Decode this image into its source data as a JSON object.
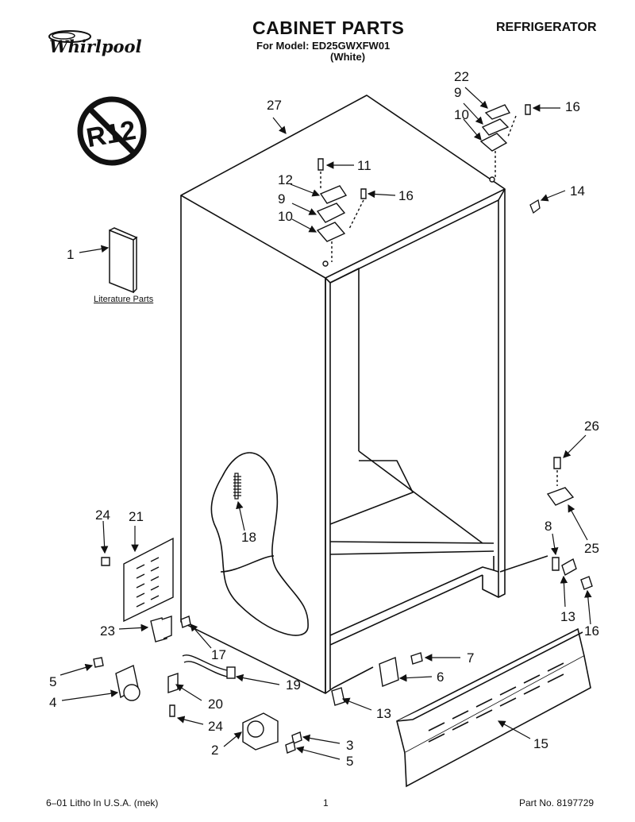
{
  "header": {
    "brand": "Whirlpool",
    "title": "CABINET PARTS",
    "model_line": "For Model: ED25GWXFW01",
    "color_line": "(White)",
    "category": "REFRIGERATOR"
  },
  "r12_badge": "R12",
  "literature_label": "Literature Parts",
  "callouts": [
    "22",
    "16",
    "9",
    "10",
    "27",
    "11",
    "12",
    "16",
    "9",
    "10",
    "14",
    "1",
    "26",
    "24",
    "21",
    "18",
    "8",
    "25",
    "23",
    "17",
    "13",
    "16",
    "7",
    "5",
    "6",
    "19",
    "4",
    "20",
    "24",
    "13",
    "15",
    "2",
    "3",
    "5"
  ],
  "footer": {
    "left": "6–01 Litho In U.S.A. (mek)",
    "page": "1",
    "part_no": "Part No. 8197729"
  },
  "colors": {
    "line": "#111111",
    "paper": "#ffffff"
  }
}
